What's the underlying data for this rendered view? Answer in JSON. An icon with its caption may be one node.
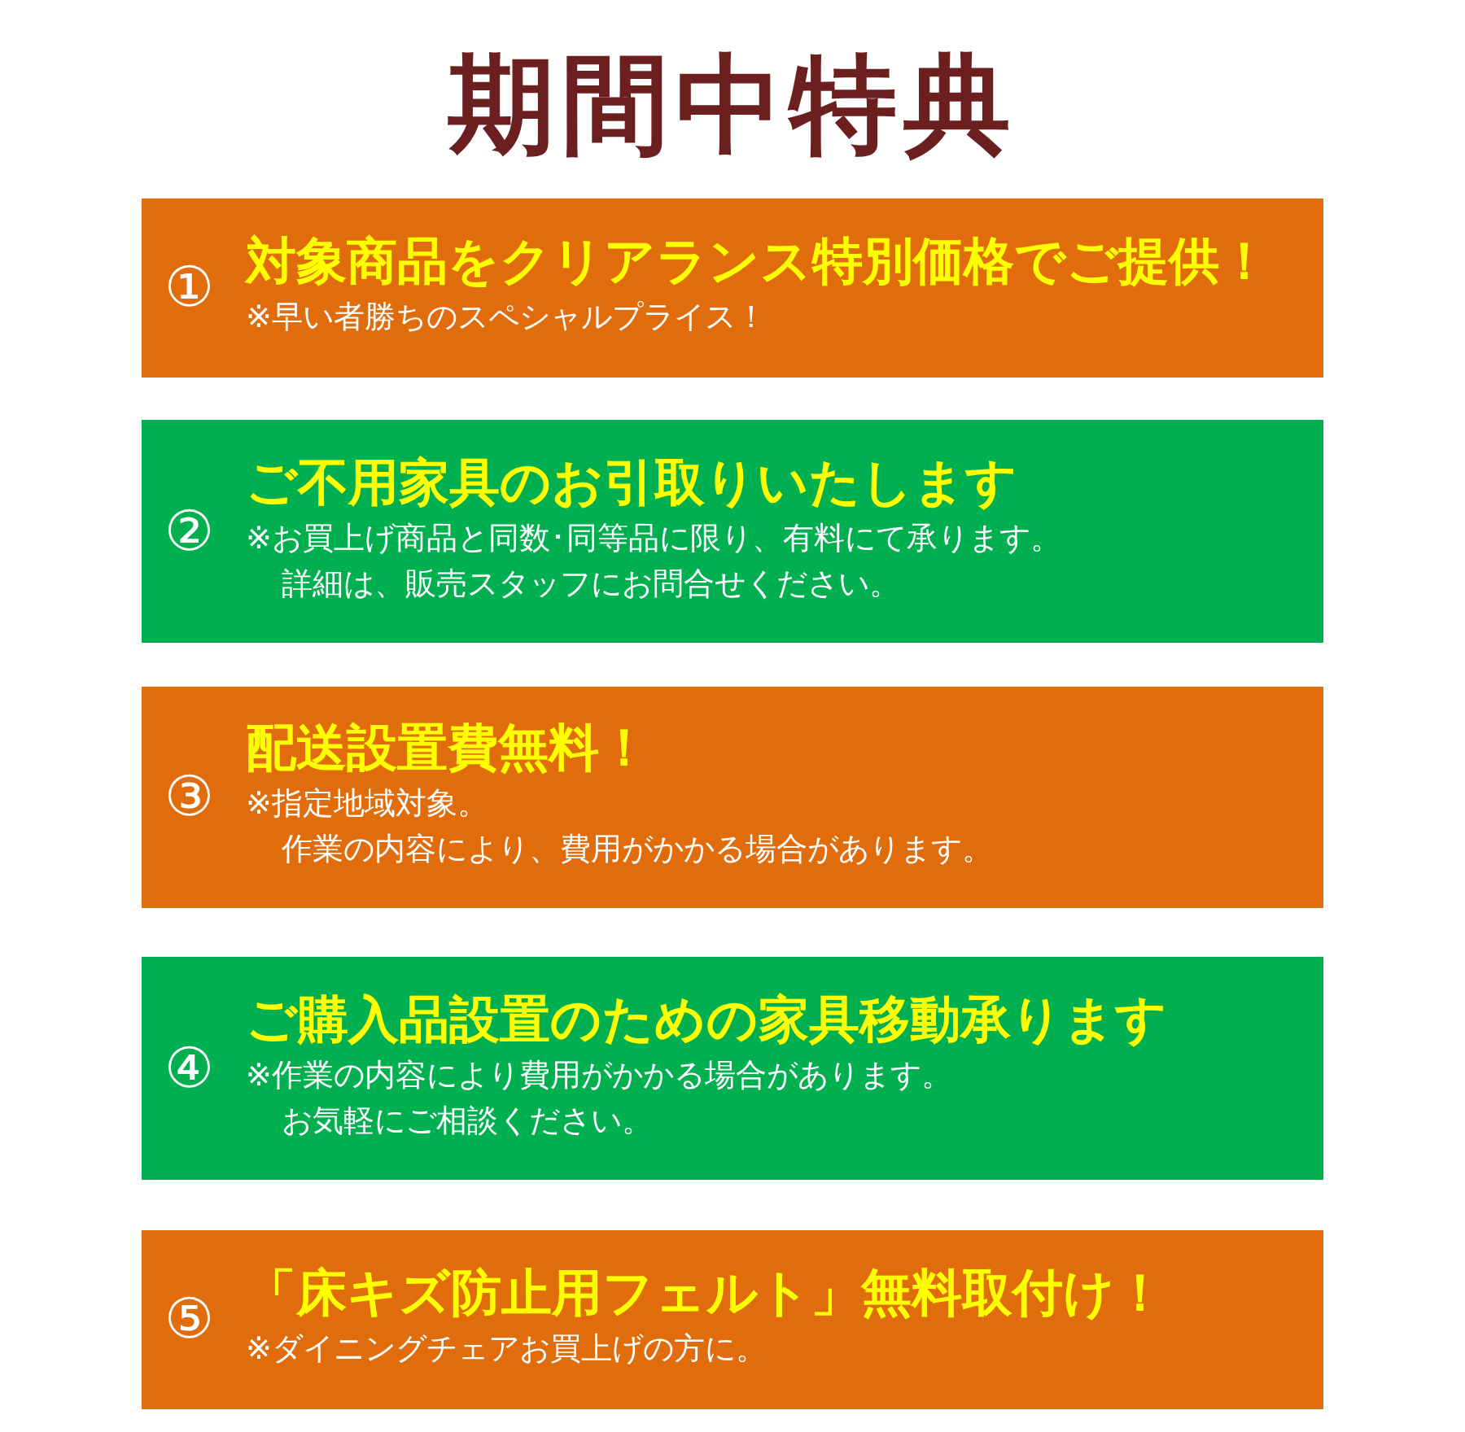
{
  "diagram": {
    "title": "期間中特典",
    "nodes": [
      {
        "text": [
          "①",
          "対象商品をクリアランス特別価格でご提供！",
          "※早い者勝ちのスペシャルプライス！"
        ]
      },
      {
        "text": [
          "②",
          "ご不用家具のお引取りいたします",
          "※お買上げ商品と同数･同等品に限り、有料にて承ります。",
          "詳細は、販売スタッフにお問合せください。"
        ]
      },
      {
        "text": [
          "③",
          "配送設置費無料！",
          "※指定地域対象。",
          "作業の内容により、費用がかかる場合があります。"
        ]
      },
      {
        "text": [
          "④",
          "ご購入品設置のための家具移動承ります",
          "※作業の内容により費用がかかる場合があります。",
          "お気軽にご相談ください。"
        ]
      },
      {
        "text": [
          "⑤",
          "「床キズ防止用フェルト」無料取付け！",
          "※ダイニングチェアお買上げの方に。"
        ]
      }
    ]
  }
}
